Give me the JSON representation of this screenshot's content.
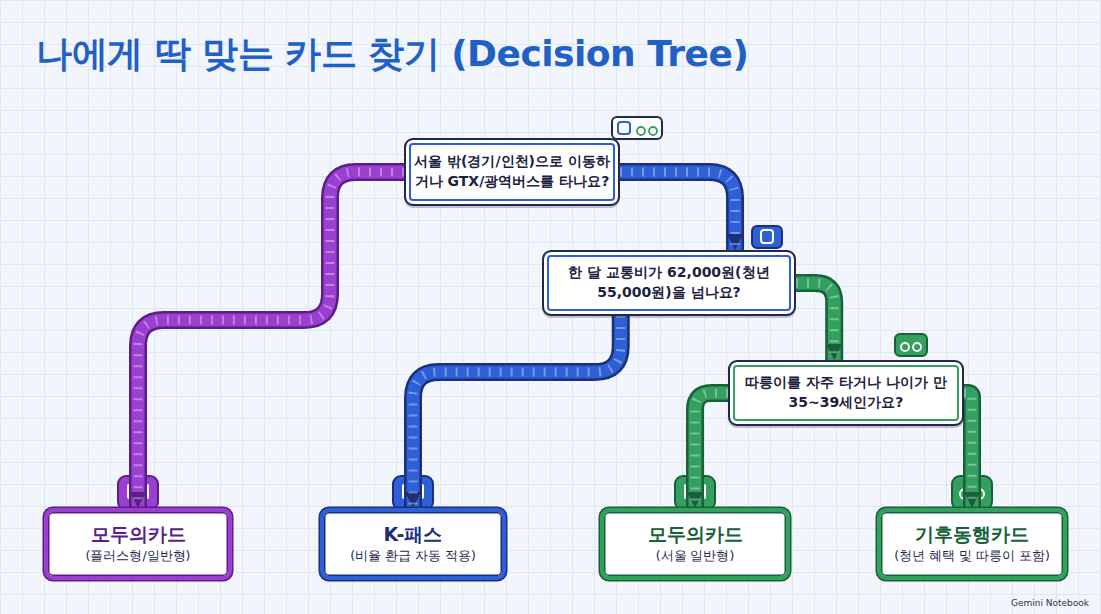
{
  "diagram": {
    "title": "나에게 딱 맞는 카드 찾기 (Decision Tree)",
    "nodes": [
      {
        "text": [
          "서울 밖(경기/인천)으로 이동하거나 GTX/광역버스를 타나요?"
        ]
      },
      {
        "text": [
          "한 달 교통비가 62,000원(청년 55,000원)을 넘나요?"
        ]
      },
      {
        "text": [
          "따릉이를 자주 타거나 나이가 만 35~39세인가요?"
        ]
      },
      {
        "text": [
          "모두의카드",
          "(플러스형/일반형)"
        ]
      },
      {
        "text": [
          "K-패스",
          "(비율 환급 자동 적용)"
        ]
      },
      {
        "text": [
          "모두의카드",
          "(서울 일반형)"
        ]
      },
      {
        "text": [
          "기후동행카드",
          "(청년 혜택 및 따릉이 포함)"
        ]
      }
    ],
    "edges": [
      {
        "from": 0,
        "to": 3,
        "arrow": "to"
      },
      {
        "from": 0,
        "to": 1,
        "arrow": "to"
      },
      {
        "from": 1,
        "to": 4,
        "arrow": "to"
      },
      {
        "from": 1,
        "to": 2,
        "arrow": "to"
      },
      {
        "from": 2,
        "to": 5,
        "arrow": "to"
      },
      {
        "from": 2,
        "to": 6,
        "arrow": "to"
      }
    ],
    "labels": [
      "Gemini Notebook"
    ]
  }
}
